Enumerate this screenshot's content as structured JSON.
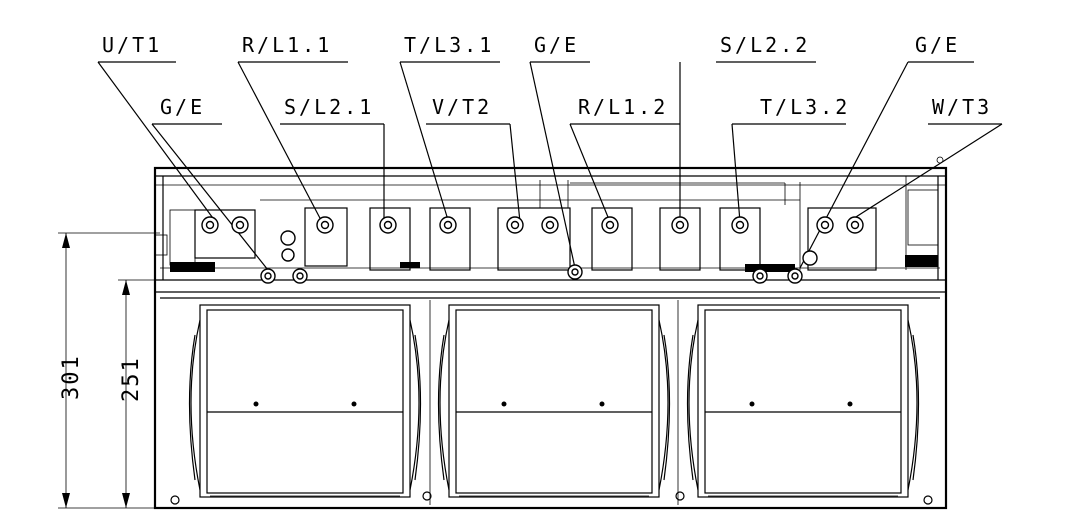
{
  "labels": {
    "ut1": "U/T1",
    "rl11": "R/L1.1",
    "tl31": "T/L3.1",
    "ge_top": "G/E",
    "sl22": "S/L2.2",
    "ge_right": "G/E",
    "ge_left": "G/E",
    "sl21": "S/L2.1",
    "vt2": "V/T2",
    "rl12": "R/L1.2",
    "tl32": "T/L3.2",
    "wt3": "W/T3"
  },
  "dimensions": {
    "outer": "301",
    "inner": "251"
  }
}
